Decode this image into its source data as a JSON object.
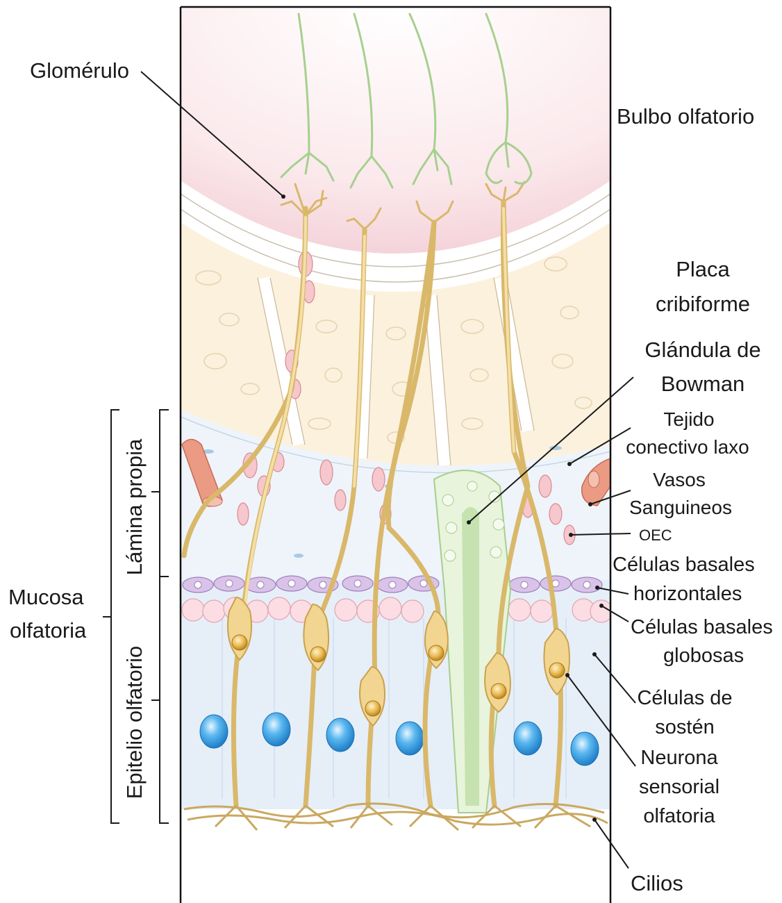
{
  "labels": {
    "glomerulo": "Glomérulo",
    "bulbo": "Bulbo olfatorio",
    "placa_1": "Placa",
    "placa_2": "cribiforme",
    "glandula_1": "Glándula de",
    "glandula_2": "Bowman",
    "tejido_1": "Tejido",
    "tejido_2": "conectivo laxo",
    "vasos_1": "Vasos",
    "vasos_2": "Sanguineos",
    "oec": "OEC",
    "basales_h_1": "Células basales",
    "basales_h_2": "horizontales",
    "basales_g_1": "Células basales",
    "basales_g_2": "globosas",
    "sosten_1": "Células de",
    "sosten_2": "sostén",
    "neurona_1": "Neurona",
    "neurona_2": "sensorial",
    "neurona_3": "olfatoria",
    "cilios": "Cilios",
    "mucosa_1": "Mucosa",
    "mucosa_2": "olfatoria",
    "lamina": "Lámina propia",
    "epitelio": "Epitelio olfatorio"
  },
  "colors": {
    "bulb": "#f7dde2",
    "bone": "#faf0dc",
    "lamina": "#e8f0f8",
    "epithelium": "#e4eef8",
    "neuron": "#e8c980",
    "nucleus_neuron": "#e5b550",
    "nucleus_support": "#4aa8e8",
    "basal_horizontal": "#cdb5de",
    "basal_globose": "#f7d2da",
    "gland": "#c6e0b4",
    "vessel": "#e8907a",
    "dendrite": "#a6d08f"
  }
}
